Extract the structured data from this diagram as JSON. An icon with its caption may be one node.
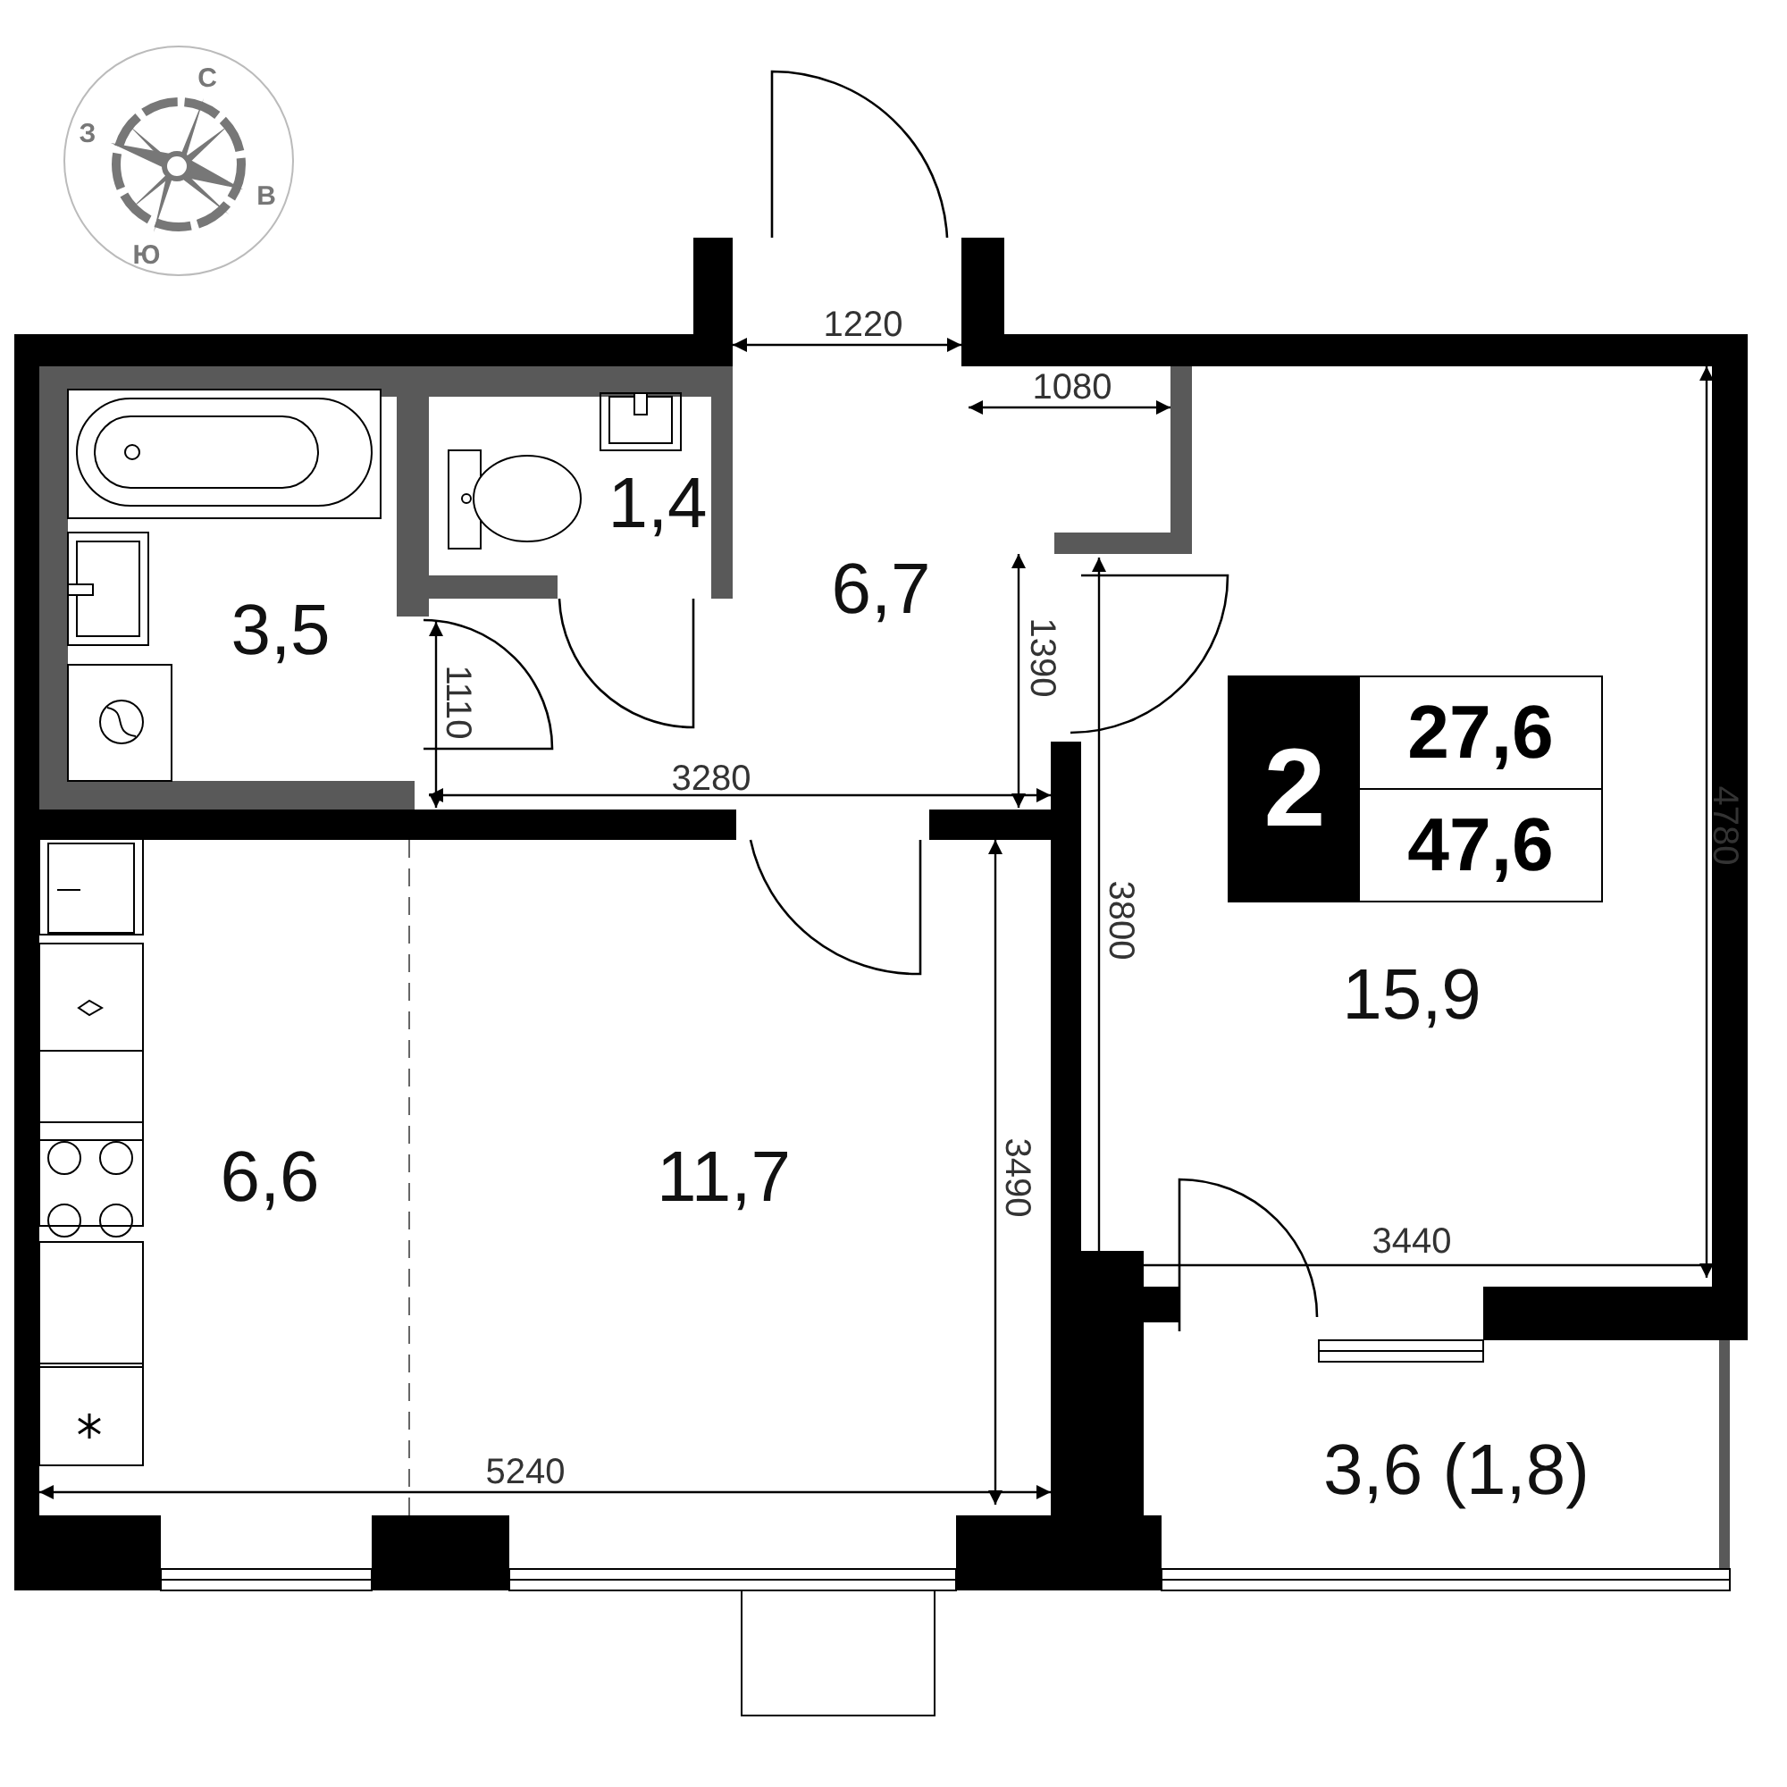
{
  "diagram": {
    "nodes": [
      {
        "text": [
          "2",
          "27,6",
          "47,6"
        ]
      }
    ],
    "labels": [
      "С",
      "З",
      "В",
      "Ю",
      "1220",
      "1080",
      "1,4",
      "6,7",
      "3,5",
      "1390",
      "1110",
      "3280",
      "3800",
      "4780",
      "15,9",
      "6,6",
      "11,7",
      "3490",
      "3440",
      "3,6 (1,8)",
      "5240"
    ]
  }
}
